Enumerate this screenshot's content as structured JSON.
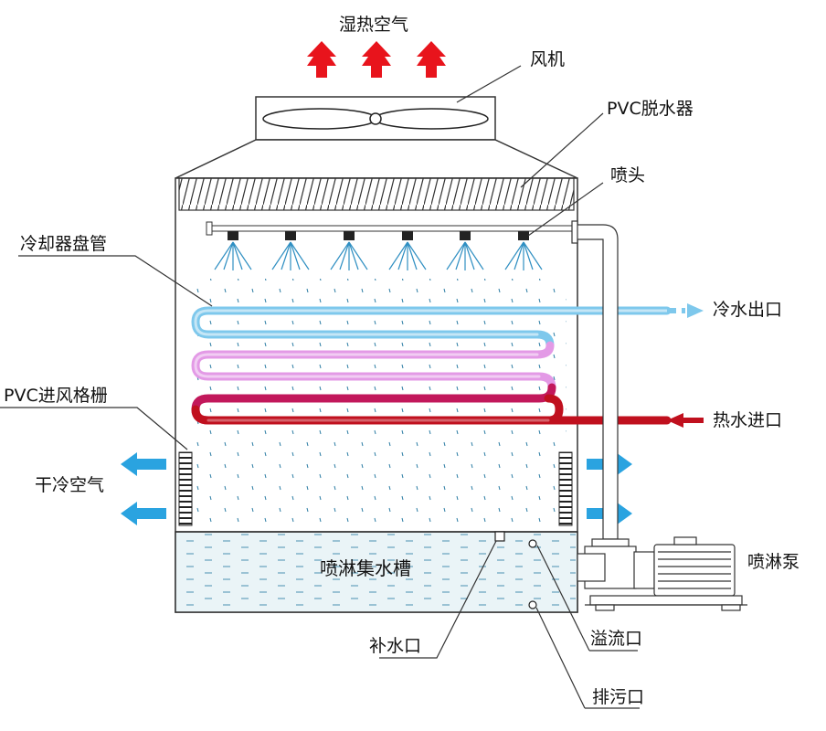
{
  "labels": {
    "humid_hot_air": "湿热空气",
    "fan": "风机",
    "pvc_eliminator": "PVC脱水器",
    "nozzle": "喷头",
    "cooler_coil": "冷却器盘管",
    "cold_water_outlet": "冷水出口",
    "hot_water_inlet": "热水进口",
    "pvc_inlet_louver": "PVC进风格栅",
    "dry_cold_air": "干冷空气",
    "spray_basin": "喷淋集水槽",
    "spray_pump": "喷淋泵",
    "makeup_water_inlet": "补水口",
    "overflow_outlet": "溢流口",
    "drain_outlet": "排污口"
  },
  "colors": {
    "hot_air_arrow": "#e8141c",
    "cold_air_arrow": "#2aa3e0",
    "cold_pipe": "#7ec8ec",
    "cool_pipe": "#e39ae6",
    "warm_pipe": "#c2185b",
    "hot_pipe": "#c0101e",
    "outline": "#333333",
    "basin_water": "#eaf4f7"
  }
}
